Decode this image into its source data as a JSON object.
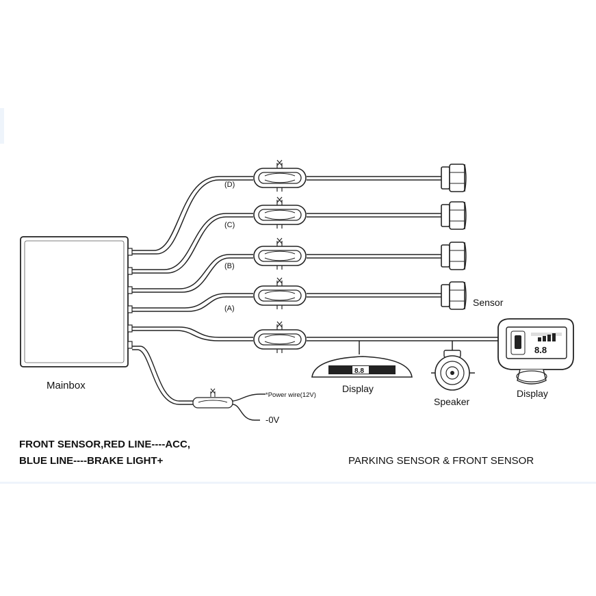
{
  "diagram": {
    "channels": [
      {
        "id": "D",
        "label": "(D)"
      },
      {
        "id": "C",
        "label": "(C)"
      },
      {
        "id": "B",
        "label": "(B)"
      },
      {
        "id": "A",
        "label": "(A)"
      }
    ],
    "mainbox_label": "Mainbox",
    "sensor_label": "Sensor",
    "display_bar_label": "Display",
    "display_bar_readout": "8.8",
    "speaker_label": "Speaker",
    "display_unit_label": "Display",
    "display_unit_readout": "8.8",
    "power_wire_label": "*Power wire(12V)",
    "ground_label": "-0V",
    "note_line1": "FRONT SENSOR,RED LINE----ACC,",
    "note_line2": "BLUE LINE----BRAKE LIGHT+",
    "caption": "PARKING SENSOR & FRONT SENSOR"
  }
}
